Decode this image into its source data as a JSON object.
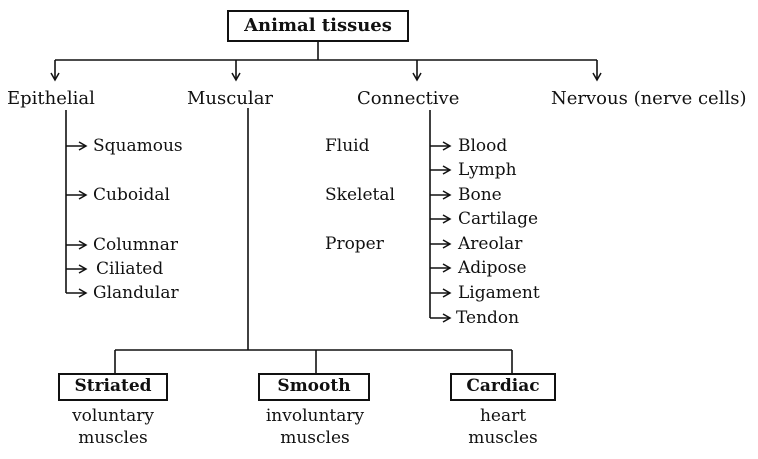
{
  "root": "Animal tissues",
  "categories": [
    "Epithelial",
    "Muscular",
    "Connective",
    "Nervous (nerve cells)"
  ],
  "epithelial_types": [
    "Squamous",
    "Cuboidal",
    "Columnar",
    "Ciliated",
    "Glandular"
  ],
  "connective_groups": [
    "Fluid",
    "Skeletal",
    "Proper"
  ],
  "connective_types": [
    "Blood",
    "Lymph",
    "Bone",
    "Cartilage",
    "Areolar",
    "Adipose",
    "Ligament",
    "Tendon"
  ],
  "muscle_types": [
    {
      "name": "Striated",
      "line1": "voluntary",
      "line2": "muscles"
    },
    {
      "name": "Smooth",
      "line1": "involuntary",
      "line2": "muscles"
    },
    {
      "name": "Cardiac",
      "line1": "heart",
      "line2": "muscles"
    }
  ]
}
